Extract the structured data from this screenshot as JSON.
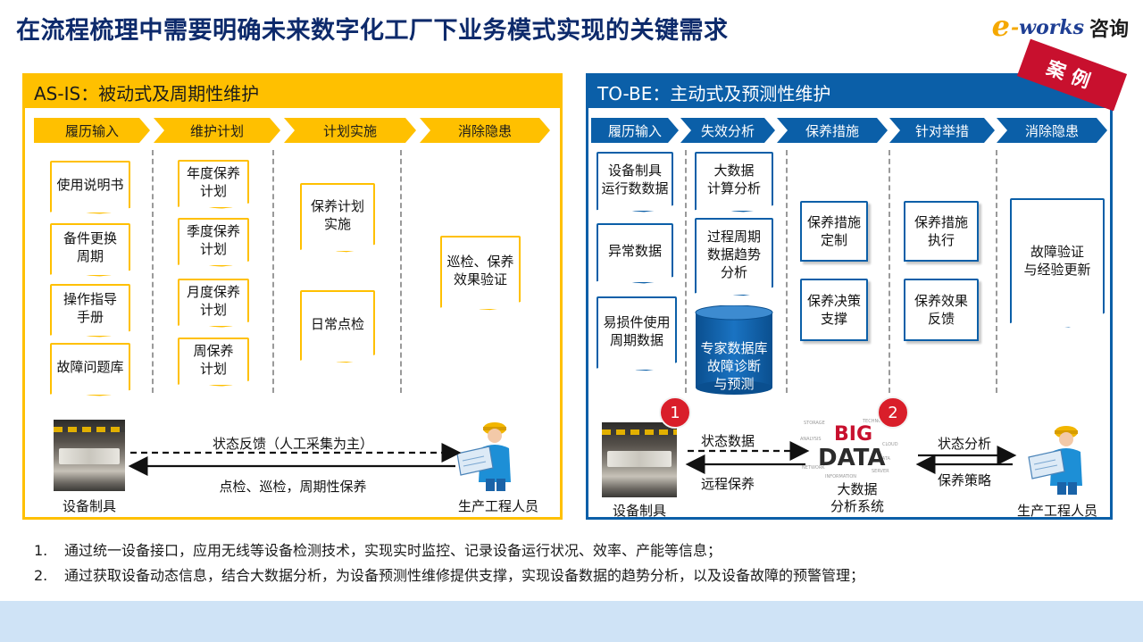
{
  "title": "在流程梳理中需要明确未来数字化工厂下业务模式实现的关键需求",
  "logo": {
    "e": "e",
    "dash": "-",
    "works": "works",
    "cn": "咨询"
  },
  "stamp": "案例",
  "asis": {
    "header": "AS-IS：被动式及周期性维护",
    "steps": [
      "履历输入",
      "维护计划",
      "计划实施",
      "消除隐患"
    ],
    "col1": [
      "使用说明书",
      "备件更换\n周期",
      "操作指导\n手册",
      "故障问题库"
    ],
    "col2": [
      "年度保养\n计划",
      "季度保养\n计划",
      "月度保养\n计划",
      "周保养\n计划"
    ],
    "col3": [
      "保养计划\n实施",
      "日常点检"
    ],
    "col4": [
      "巡检、保养\n效果验证"
    ],
    "equipment_label": "设备制具",
    "worker_label": "生产工程人员",
    "arrow_top": "状态反馈（人工采集为主）",
    "arrow_bottom": "点检、巡检，周期性保养"
  },
  "tobe": {
    "header": "TO-BE：主动式及预测性维护",
    "steps": [
      "履历输入",
      "失效分析",
      "保养措施",
      "针对举措",
      "消除隐患"
    ],
    "col1": [
      "设备制具\n运行数数据",
      "异常数据",
      "易损件使用\n周期数据"
    ],
    "col2": [
      "大数据\n计算分析",
      "过程周期\n数据趋势\n分析"
    ],
    "database": "专家数据库\n故障诊断\n与预测",
    "col3": [
      "保养措施\n定制",
      "保养决策\n支撑"
    ],
    "col4": [
      "保养措施\n执行",
      "保养效果\n反馈"
    ],
    "col5": [
      "故障验证\n与经验更新"
    ],
    "equipment_label": "设备制具",
    "bigdata_label": "大数据\n分析系统",
    "worker_label": "生产工程人员",
    "arrow1_top": "状态数据",
    "arrow1_bottom": "远程保养",
    "arrow2_top": "状态分析",
    "arrow2_bottom": "保养策略",
    "badge1": "1",
    "badge2": "2",
    "bigdata_word1": "BIG",
    "bigdata_word2": "DATA"
  },
  "notes": [
    {
      "num": "1.",
      "text": "通过统一设备接口，应用无线等设备检测技术，实现实时监控、记录设备运行状况、效率、产能等信息；"
    },
    {
      "num": "2.",
      "text": "通过获取设备动态信息，结合大数据分析，为设备预测性维修提供支撑，实现设备数据的趋势分析，以及设备故障的预警管理；"
    }
  ],
  "colors": {
    "yellow": "#ffc000",
    "blue": "#0b5fa8",
    "red": "#d91e2a",
    "title": "#0d2a6b"
  }
}
